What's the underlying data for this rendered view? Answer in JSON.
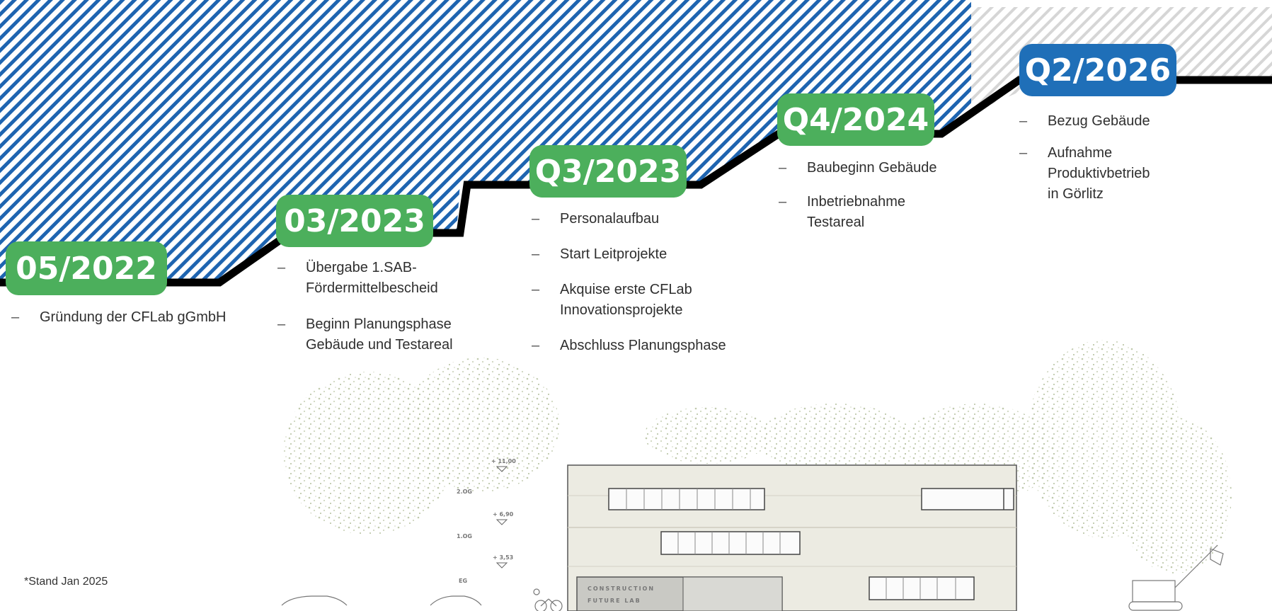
{
  "timeline": {
    "milestones": [
      {
        "date": "05/2022",
        "bullets": [
          "Gründung der CFLab gGmbH"
        ]
      },
      {
        "date": "03/2023",
        "bullets": [
          "Übergabe 1.SAB-\nFördermittelbescheid",
          "Beginn Planungsphase\nGebäude und Testareal"
        ]
      },
      {
        "date": "Q3/2023",
        "bullets": [
          "Personalaufbau",
          "Start Leitprojekte",
          "Akquise erste CFLab\nInnovationsprojekte",
          "Abschluss Planungsphase"
        ]
      },
      {
        "date": "Q4/2024",
        "bullets": [
          "Baubeginn Gebäude",
          "Inbetriebnahme\nTestareal"
        ]
      },
      {
        "date": "Q2/2026",
        "bullets": [
          "Bezug Gebäude",
          "Aufnahme\nProduktivbetrieb\nin Görlitz"
        ]
      }
    ],
    "dash": "–"
  },
  "footnote": "*Stand Jan 2025",
  "building": {
    "sign_line1": "CONSTRUCTION",
    "sign_line2": "FUTURE LAB",
    "levels": [
      {
        "label": "2.OG",
        "elevation": "+ 11,00"
      },
      {
        "label": "1.OG",
        "elevation": "+ 6,90"
      },
      {
        "label": "EG",
        "elevation": "+ 3,53"
      }
    ]
  },
  "colors": {
    "completed": "#4caf5c",
    "future": "#1f6fb8",
    "hatch_blue": "#1e64b0",
    "hatch_grey": "#d4d4d4",
    "line": "#000000"
  }
}
